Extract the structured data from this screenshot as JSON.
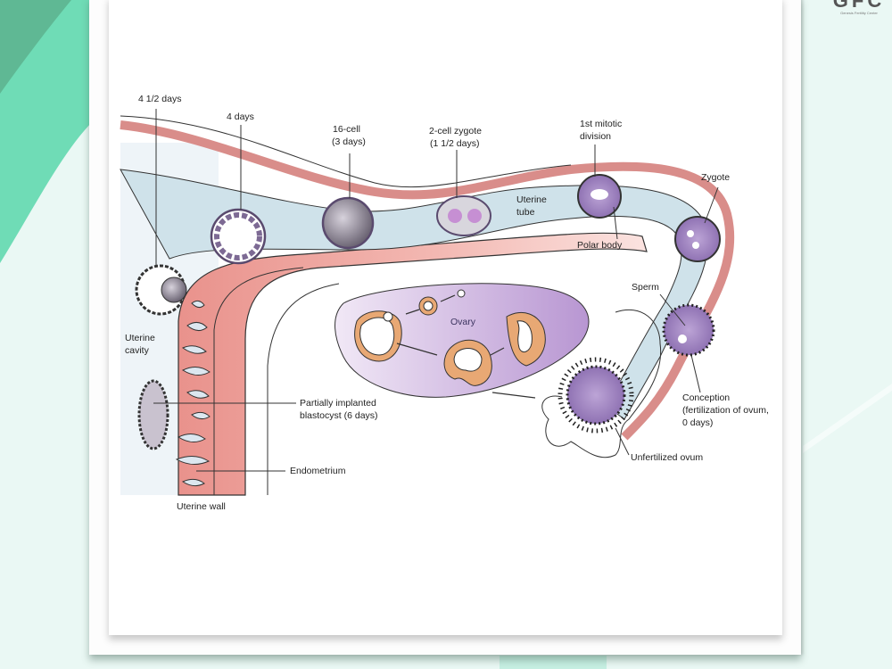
{
  "logo": {
    "mark": "GFC",
    "subtitle": "Genesis Fertility Center"
  },
  "colors": {
    "bg_dark_green": "#5fb894",
    "bg_mint": "#6fdcb6",
    "bg_pale": "#eaf8f4",
    "tube_wall": "#d98d8a",
    "tube_lumen": "#cfe2ea",
    "uterine_wall": "#f0b6b0",
    "ovary": "#c9a9dc",
    "follicle": "#e8a874",
    "cell_purple": "#a98bc4"
  },
  "diagram": {
    "title": "Ovulation, fertilization and early embryonic development",
    "labels": {
      "day_4_5": "4 1/2 days",
      "day_4": "4 days",
      "cell16_line1": "16-cell",
      "cell16_line2": "(3 days)",
      "zygote2_line1": "2-cell zygote",
      "zygote2_line2": "(1 1/2 days)",
      "mitotic_line1": "1st mitotic",
      "mitotic_line2": "division",
      "uterine_tube_line1": "Uterine",
      "uterine_tube_line2": "tube",
      "zygote": "Zygote",
      "polar_body": "Polar body",
      "sperm": "Sperm",
      "ovary": "Ovary",
      "uterine_cavity_line1": "Uterine",
      "uterine_cavity_line2": "cavity",
      "implanted_line1": "Partially implanted",
      "implanted_line2": "blastocyst (6 days)",
      "conception_line1": "Conception",
      "conception_line2": "(fertilization of ovum,",
      "conception_line3": "0 days)",
      "unfertilized_ovum": "Unfertilized ovum",
      "endometrium": "Endometrium",
      "uterine_wall": "Uterine wall"
    }
  }
}
